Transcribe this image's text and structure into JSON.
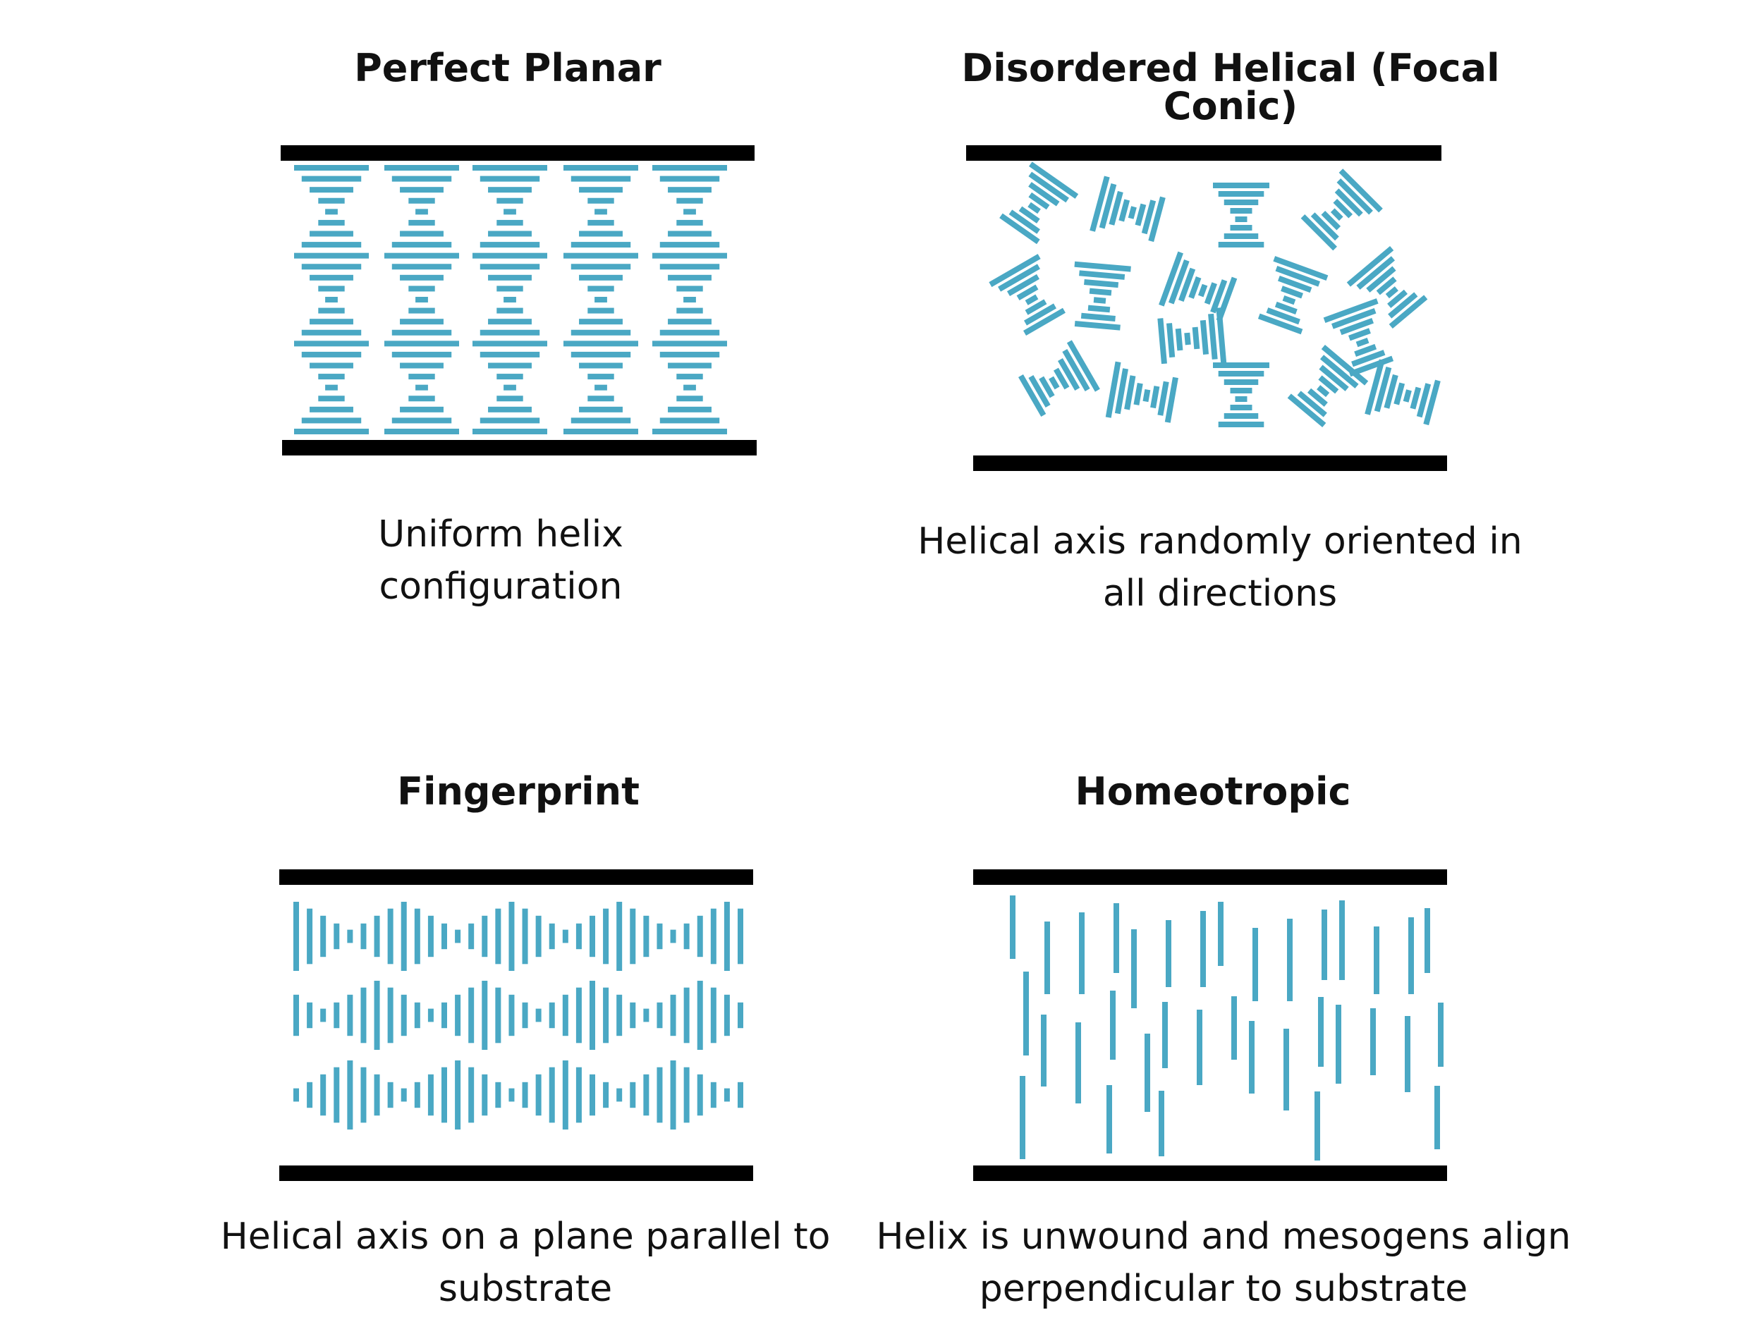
{
  "colors": {
    "mesogen": "#4aa8c4",
    "substrate": "#000000",
    "text": "#111111"
  },
  "panels": {
    "planar": {
      "title": "Perfect Planar",
      "caption_line1": "Uniform helix",
      "caption_line2": "configuration"
    },
    "focal": {
      "title": "Disordered Helical (Focal Conic)",
      "caption_line1": "Helical axis randomly oriented in",
      "caption_line2": "all directions"
    },
    "fingerprint": {
      "title": "Fingerprint",
      "caption_line1": "Helical axis on a plane parallel to",
      "caption_line2": "substrate"
    },
    "homeotropic": {
      "title": "Homeotropic",
      "caption_line1": "Helix is unwound and mesogens align",
      "caption_line2": "perpendicular to substrate"
    }
  }
}
